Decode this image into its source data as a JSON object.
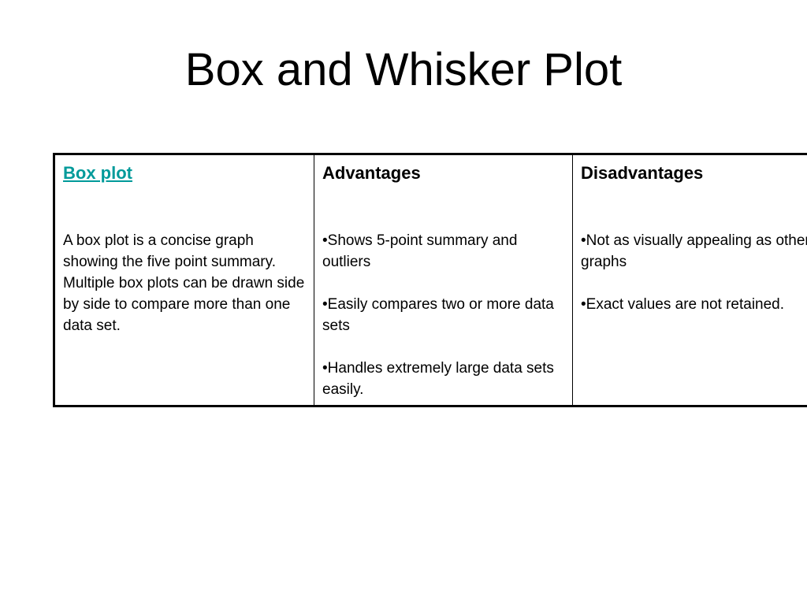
{
  "slide": {
    "title": "Box and Whisker Plot"
  },
  "table": {
    "box_plot": {
      "header": "Box plot",
      "description": "A box plot is a concise graph showing the five point summary.  Multiple box plots can be drawn side by side to compare more than one data set."
    },
    "advantages": {
      "header": "Advantages",
      "items": [
        "•Shows 5-point summary and outliers",
        "•Easily compares two or more data sets",
        "•Handles extremely large data sets easily."
      ]
    },
    "disadvantages": {
      "header": "Disadvantages",
      "items": [
        "•Not as visually appealing as other graphs",
        "•Exact values are not retained."
      ]
    }
  },
  "colors": {
    "link": "#009a9a",
    "text": "#000000",
    "background": "#ffffff"
  }
}
